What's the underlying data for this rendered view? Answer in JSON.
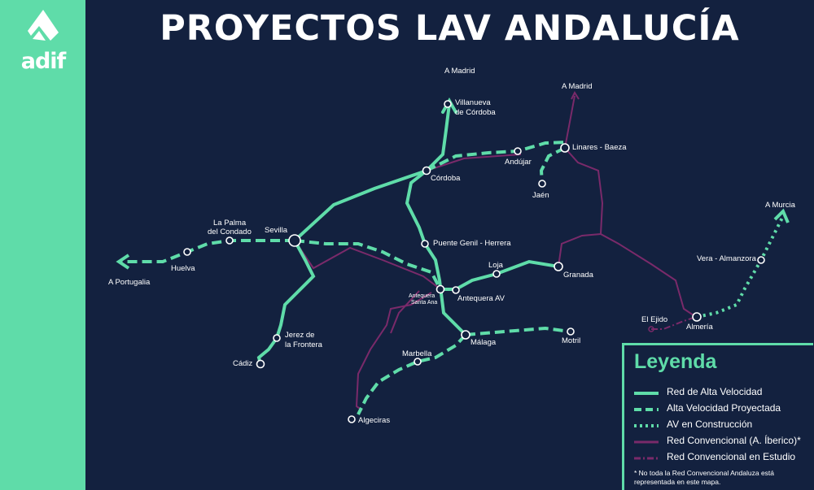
{
  "title": "PROYECTOS LAV ANDALUCÍA",
  "logo_text": "adif",
  "colors": {
    "background": "#13213f",
    "accent_green": "#5fdca9",
    "conventional_purple": "#7a2a6a",
    "text": "#ffffff"
  },
  "cities": {
    "a_madrid_1": "A Madrid",
    "a_madrid_2": "A Madrid",
    "villanueva_1": "Villanueva",
    "villanueva_2": "de Córdoba",
    "linares": "Linares - Baeza",
    "andujar": "Andújar",
    "cordoba": "Córdoba",
    "jaen": "Jaén",
    "a_murcia": "A Murcia",
    "la_palma_1": "La Palma",
    "la_palma_2": "del Condado",
    "sevilla": "Sevilla",
    "huelva": "Huelva",
    "a_portugalia": "A Portugalia",
    "puente_genil": "Puente Genil - Herrera",
    "loja": "Loja",
    "granada": "Granada",
    "antequera_sa_1": "Antequera",
    "antequera_sa_2": "Santa Ana",
    "antequera_av": "Antequera AV",
    "vera": "Vera - Almanzora",
    "el_ejido": "El Ejido",
    "almeria": "Almería",
    "jerez_1": "Jerez de",
    "jerez_2": "la Frontera",
    "cadiz": "Cádiz",
    "marbella": "Marbella",
    "malaga": "Málaga",
    "motril": "Motril",
    "algeciras": "Algeciras"
  },
  "legend": {
    "title": "Leyenda",
    "items": [
      {
        "label": "Red de Alta Velocidad",
        "style": "solid-green"
      },
      {
        "label": "Alta Velocidad Proyectada",
        "style": "dashed-green"
      },
      {
        "label": "AV en Construcción",
        "style": "dotted-green"
      },
      {
        "label": "Red Convencional (A. Íberico)*",
        "style": "solid-purple"
      },
      {
        "label": "Red Convencional en Estudio",
        "style": "dashdot-purple"
      }
    ],
    "note": "* No toda la Red Convencional Andaluza está representada en este mapa."
  }
}
